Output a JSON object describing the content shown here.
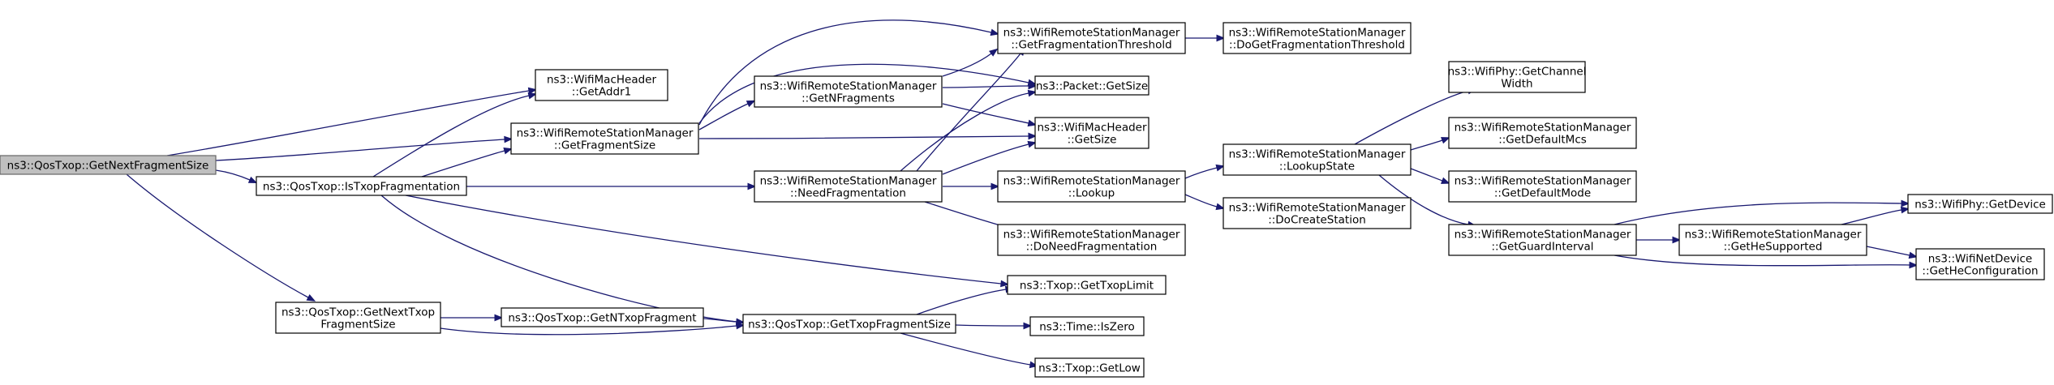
{
  "diagram": {
    "nodes": [
      {
        "id": "root",
        "lines": [
          "ns3::QosTxop::GetNextFragmentSize"
        ]
      },
      {
        "id": "isTxopFrag",
        "lines": [
          "ns3::QosTxop::IsTxopFragmentation"
        ]
      },
      {
        "id": "getNextTxopFragSize",
        "lines": [
          "ns3::QosTxop::GetNextTxop",
          "FragmentSize"
        ]
      },
      {
        "id": "getAddr1",
        "lines": [
          "ns3::WifiMacHeader",
          "::GetAddr1"
        ]
      },
      {
        "id": "getFragmentSize",
        "lines": [
          "ns3::WifiRemoteStationManager",
          "::GetFragmentSize"
        ]
      },
      {
        "id": "getNFragments",
        "lines": [
          "ns3::WifiRemoteStationManager",
          "::GetNFragments"
        ]
      },
      {
        "id": "needFragmentation",
        "lines": [
          "ns3::WifiRemoteStationManager",
          "::NeedFragmentation"
        ]
      },
      {
        "id": "getNTxopFragment",
        "lines": [
          "ns3::QosTxop::GetNTxopFragment"
        ]
      },
      {
        "id": "getTxopFragmentSize",
        "lines": [
          "ns3::QosTxop::GetTxopFragmentSize"
        ]
      },
      {
        "id": "getFragThreshold",
        "lines": [
          "ns3::WifiRemoteStationManager",
          "::GetFragmentationThreshold"
        ]
      },
      {
        "id": "packetGetSize",
        "lines": [
          "ns3::Packet::GetSize"
        ]
      },
      {
        "id": "macHeaderGetSize",
        "lines": [
          "ns3::WifiMacHeader",
          "::GetSize"
        ]
      },
      {
        "id": "lookup",
        "lines": [
          "ns3::WifiRemoteStationManager",
          "::Lookup"
        ]
      },
      {
        "id": "doNeedFragmentation",
        "lines": [
          "ns3::WifiRemoteStationManager",
          "::DoNeedFragmentation"
        ]
      },
      {
        "id": "getTxopLimit",
        "lines": [
          "ns3::Txop::GetTxopLimit"
        ]
      },
      {
        "id": "isZero",
        "lines": [
          "ns3::Time::IsZero"
        ]
      },
      {
        "id": "getLow",
        "lines": [
          "ns3::Txop::GetLow"
        ]
      },
      {
        "id": "doGetFragThreshold",
        "lines": [
          "ns3::WifiRemoteStationManager",
          "::DoGetFragmentationThreshold"
        ]
      },
      {
        "id": "lookupState",
        "lines": [
          "ns3::WifiRemoteStationManager",
          "::LookupState"
        ]
      },
      {
        "id": "doCreateStation",
        "lines": [
          "ns3::WifiRemoteStationManager",
          "::DoCreateStation"
        ]
      },
      {
        "id": "getChannelWidth",
        "lines": [
          "ns3::WifiPhy::GetChannel",
          "Width"
        ]
      },
      {
        "id": "getDefaultMcs",
        "lines": [
          "ns3::WifiRemoteStationManager",
          "::GetDefaultMcs"
        ]
      },
      {
        "id": "getDefaultMode",
        "lines": [
          "ns3::WifiRemoteStationManager",
          "::GetDefaultMode"
        ]
      },
      {
        "id": "getGuardInterval",
        "lines": [
          "ns3::WifiRemoteStationManager",
          "::GetGuardInterval"
        ]
      },
      {
        "id": "getHeSupported",
        "lines": [
          "ns3::WifiRemoteStationManager",
          "::GetHeSupported"
        ]
      },
      {
        "id": "getDevice",
        "lines": [
          "ns3::WifiPhy::GetDevice"
        ]
      },
      {
        "id": "getHeConfiguration",
        "lines": [
          "ns3::WifiNetDevice",
          "::GetHeConfiguration"
        ]
      }
    ],
    "edges": [
      [
        "root",
        "getAddr1"
      ],
      [
        "root",
        "getFragmentSize"
      ],
      [
        "root",
        "isTxopFrag"
      ],
      [
        "root",
        "getNextTxopFragSize"
      ],
      [
        "isTxopFrag",
        "getAddr1"
      ],
      [
        "isTxopFrag",
        "getFragmentSize"
      ],
      [
        "isTxopFrag",
        "needFragmentation"
      ],
      [
        "isTxopFrag",
        "getTxopLimit"
      ],
      [
        "isTxopFrag",
        "getTxopFragmentSize"
      ],
      [
        "getFragmentSize",
        "getFragThreshold"
      ],
      [
        "getFragmentSize",
        "packetGetSize"
      ],
      [
        "getFragmentSize",
        "getNFragments"
      ],
      [
        "getFragmentSize",
        "macHeaderGetSize"
      ],
      [
        "getNFragments",
        "getFragThreshold"
      ],
      [
        "getNFragments",
        "packetGetSize"
      ],
      [
        "getNFragments",
        "macHeaderGetSize"
      ],
      [
        "needFragmentation",
        "getFragThreshold"
      ],
      [
        "needFragmentation",
        "packetGetSize"
      ],
      [
        "needFragmentation",
        "macHeaderGetSize"
      ],
      [
        "needFragmentation",
        "lookup"
      ],
      [
        "needFragmentation",
        "doNeedFragmentation"
      ],
      [
        "getNextTxopFragSize",
        "getNTxopFragment"
      ],
      [
        "getNextTxopFragSize",
        "getTxopFragmentSize"
      ],
      [
        "getNTxopFragment",
        "getTxopFragmentSize"
      ],
      [
        "getTxopFragmentSize",
        "getTxopLimit"
      ],
      [
        "getTxopFragmentSize",
        "isZero"
      ],
      [
        "getTxopFragmentSize",
        "getLow"
      ],
      [
        "getFragThreshold",
        "doGetFragThreshold"
      ],
      [
        "lookup",
        "lookupState"
      ],
      [
        "lookup",
        "doCreateStation"
      ],
      [
        "lookupState",
        "getChannelWidth"
      ],
      [
        "lookupState",
        "getDefaultMcs"
      ],
      [
        "lookupState",
        "getDefaultMode"
      ],
      [
        "lookupState",
        "getGuardInterval"
      ],
      [
        "getGuardInterval",
        "getDevice"
      ],
      [
        "getGuardInterval",
        "getHeSupported"
      ],
      [
        "getGuardInterval",
        "getHeConfiguration"
      ],
      [
        "getHeSupported",
        "getDevice"
      ],
      [
        "getHeSupported",
        "getHeConfiguration"
      ]
    ]
  }
}
